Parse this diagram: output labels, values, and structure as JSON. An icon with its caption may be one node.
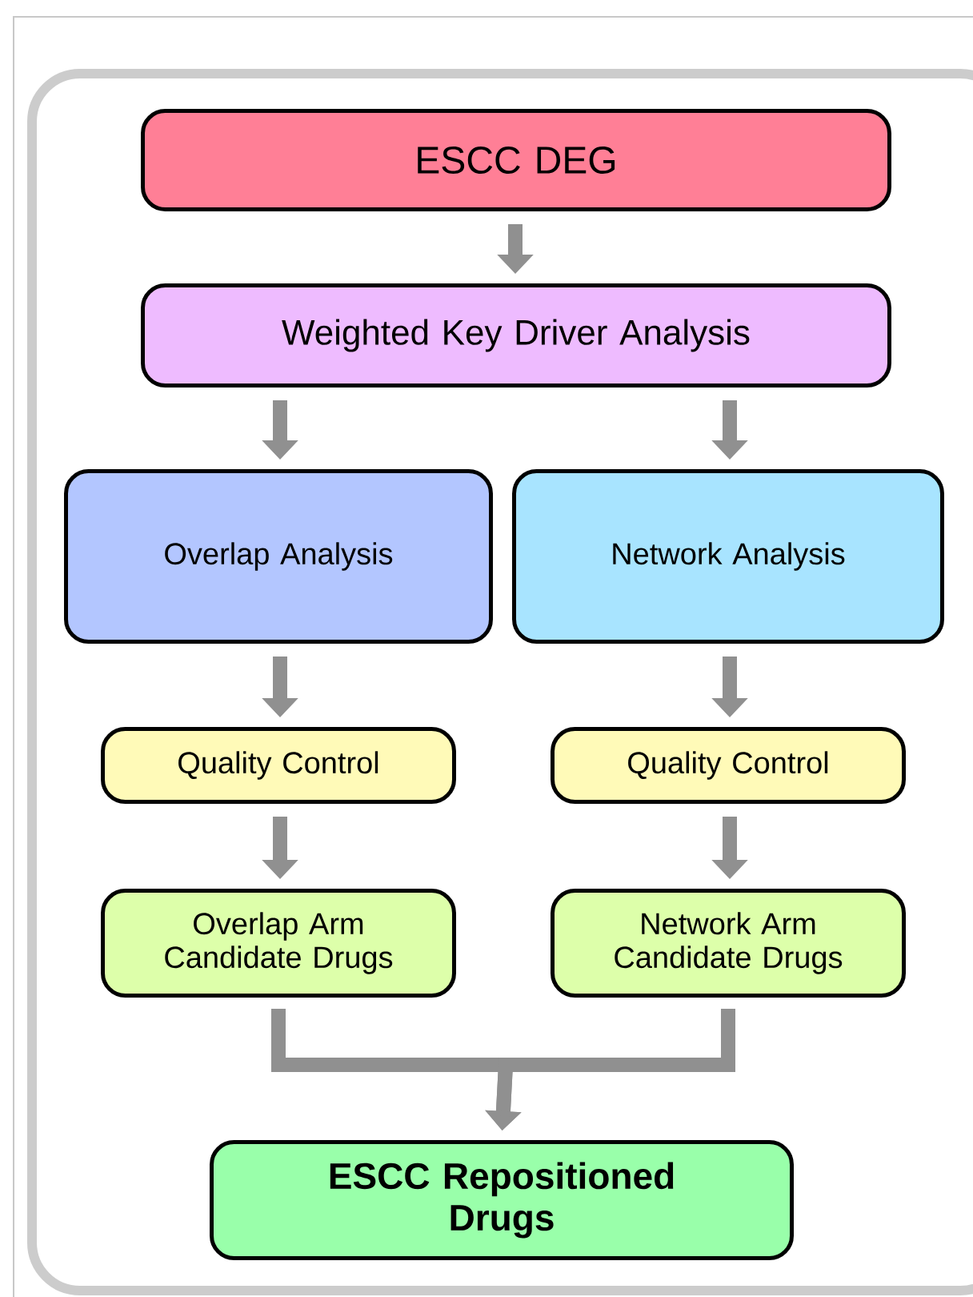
{
  "diagram": {
    "nodes": [
      {
        "text": [
          "ESCC DEG"
        ]
      },
      {
        "text": [
          "Weighted Key Driver Analysis"
        ]
      },
      {
        "text": [
          "Overlap Analysis"
        ]
      },
      {
        "text": [
          "Network Analysis"
        ]
      },
      {
        "text": [
          "Quality Control"
        ]
      },
      {
        "text": [
          "Quality Control"
        ]
      },
      {
        "text": [
          "Overlap Arm Candidate Drugs"
        ]
      },
      {
        "text": [
          "Network Arm Candidate Drugs"
        ]
      },
      {
        "text": [
          "ESCC Repositioned Drugs"
        ]
      }
    ],
    "edges": [
      {
        "from": 0,
        "to": 1,
        "arrow": "to"
      },
      {
        "from": 1,
        "to": 2,
        "arrow": "to"
      },
      {
        "from": 1,
        "to": 3,
        "arrow": "to"
      },
      {
        "from": 2,
        "to": 4,
        "arrow": "to"
      },
      {
        "from": 3,
        "to": 5,
        "arrow": "to"
      },
      {
        "from": 4,
        "to": 6,
        "arrow": "to"
      },
      {
        "from": 5,
        "to": 7,
        "arrow": "to"
      },
      {
        "from": 6,
        "to": 8,
        "arrow": "to"
      },
      {
        "from": 7,
        "to": 8,
        "arrow": "to"
      }
    ]
  }
}
